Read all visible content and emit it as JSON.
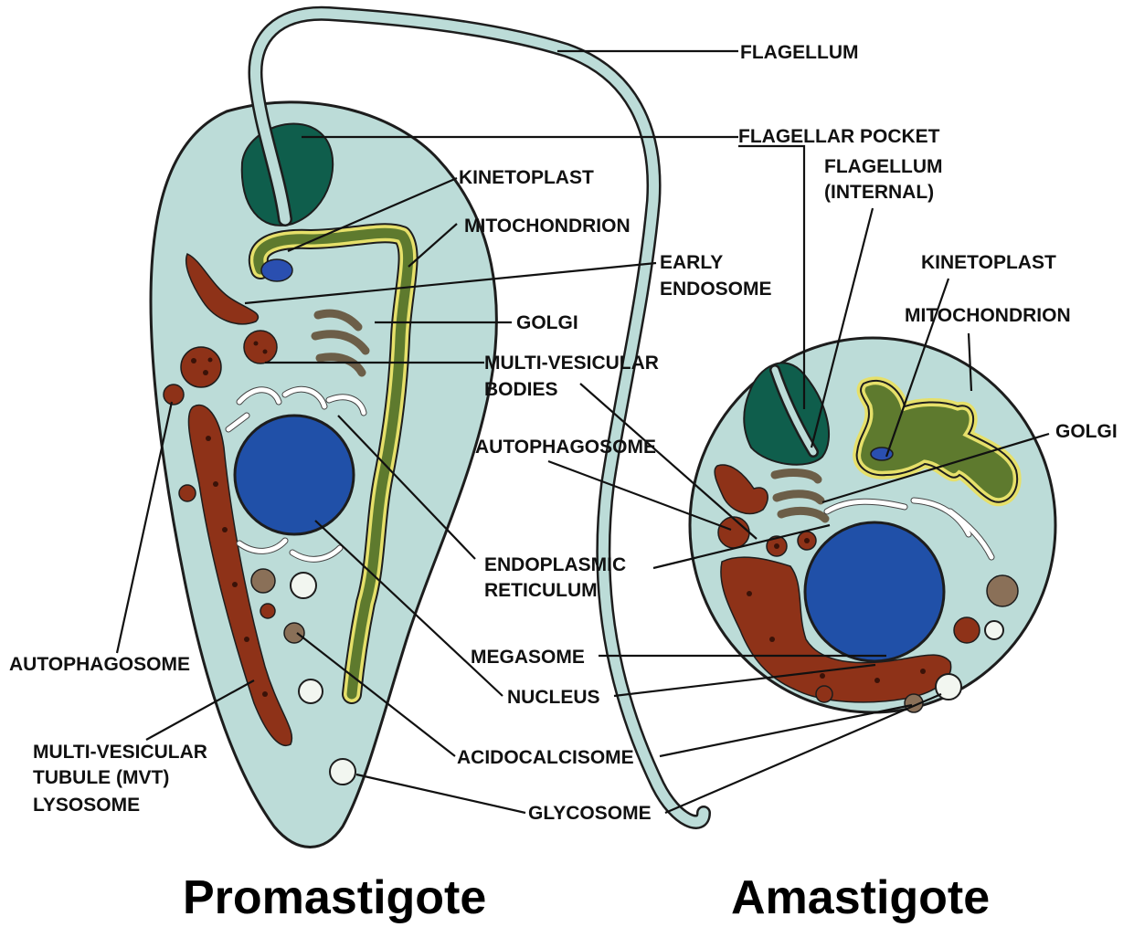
{
  "titles": {
    "promastigote": "Promastigote",
    "amastigote": "Amastigote"
  },
  "labels": {
    "flagellum": "FLAGELLUM",
    "flagellar_pocket": "FLAGELLAR POCKET",
    "flagellum_internal_1": "FLAGELLUM",
    "flagellum_internal_2": "(INTERNAL)",
    "kinetoplast_left": "KINETOPLAST",
    "kinetoplast_right": "KINETOPLAST",
    "mitochondrion_left": "MITOCHONDRION",
    "mitochondrion_right": "MITOCHONDRION",
    "early_endosome_1": "EARLY",
    "early_endosome_2": "ENDOSOME",
    "golgi_left": "GOLGI",
    "golgi_right": "GOLGI",
    "mvb_1": "MULTI-VESICULAR",
    "mvb_2": "BODIES",
    "autophagosome_mid": "AUTOPHAGOSOME",
    "autophagosome_left": "AUTOPHAGOSOME",
    "er_1": "ENDOPLASMIC",
    "er_2": "RETICULUM",
    "megasome": "MEGASOME",
    "nucleus": "NUCLEUS",
    "acidocalcisome": "ACIDOCALCISOME",
    "glycosome": "GLYCOSOME",
    "mvt_1": "MULTI-VESICULAR",
    "mvt_2": "TUBULE (MVT)",
    "mvt_3": "LYSOSOME"
  },
  "colors": {
    "cytoplasm": "#bcdcd8",
    "flagellar_pocket": "#0f5e4c",
    "nucleus": "#2050a8",
    "lysosome": "#8e3218",
    "mitochondrion_outer": "#e6e06a",
    "mitochondrion_inner": "#5e7a2e",
    "acidocalcisome": "#8a7058",
    "glycosome": "#f2f6f0"
  }
}
